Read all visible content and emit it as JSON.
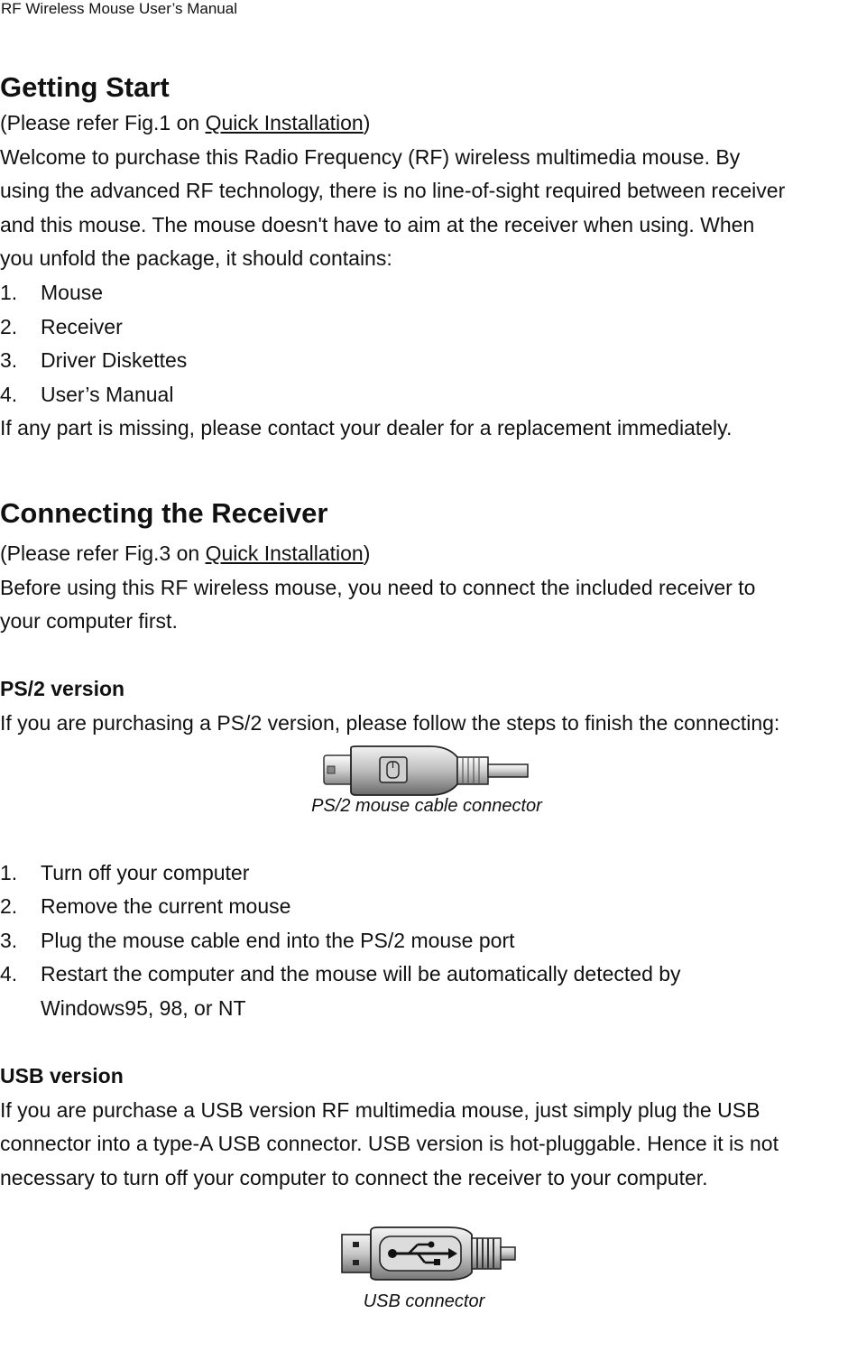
{
  "header": {
    "running_title": "RF Wireless Mouse User’s Manual"
  },
  "getting_start": {
    "title": "Getting Start",
    "ref_prefix": "(Please refer Fig.1 on ",
    "ref_link": "Quick Installation",
    "ref_suffix": ")",
    "lines": [
      "Welcome to purchase this Radio Frequency (RF) wireless multimedia mouse. By",
      "using the advanced RF technology, there is no line-of-sight required between receiver",
      "and this mouse. The mouse doesn't have to aim at the receiver when using. When",
      "you unfold the package, it should contains:"
    ],
    "contents": [
      {
        "num": "1.",
        "text": "Mouse"
      },
      {
        "num": "2.",
        "text": "Receiver"
      },
      {
        "num": "3.",
        "text": "Driver Diskettes"
      },
      {
        "num": "4.",
        "text": "User’s Manual"
      }
    ],
    "missing_note": "If any part is missing, please contact your dealer for a replacement immediately."
  },
  "connecting": {
    "title": "Connecting the Receiver",
    "ref_prefix": "(Please refer Fig.3 on ",
    "ref_link": "Quick Installation",
    "ref_suffix": ")",
    "lines": [
      "Before using this RF wireless mouse, you need to connect the included receiver to",
      "your computer first."
    ]
  },
  "ps2": {
    "title": "PS/2 version",
    "intro": "If you are purchasing a PS/2 version, please follow the steps to finish the connecting:",
    "figure_caption": "PS/2 mouse cable connector",
    "steps": [
      {
        "num": "1.",
        "text": "Turn off your computer"
      },
      {
        "num": "2.",
        "text": "Remove the current mouse"
      },
      {
        "num": "3.",
        "text": "Plug the mouse cable end into the PS/2 mouse port"
      },
      {
        "num": "4.",
        "text": "Restart the computer and the mouse will be automatically detected by Windows95, 98, or NT"
      }
    ]
  },
  "usb": {
    "title": "USB version",
    "lines": [
      "If you are purchase a USB version RF multimedia mouse, just simply plug the USB",
      "connector into a type-A USB connector. USB version is hot-pluggable. Hence it is not",
      "necessary to turn off your computer to connect the receiver to your computer."
    ],
    "figure_caption": "USB connector"
  }
}
